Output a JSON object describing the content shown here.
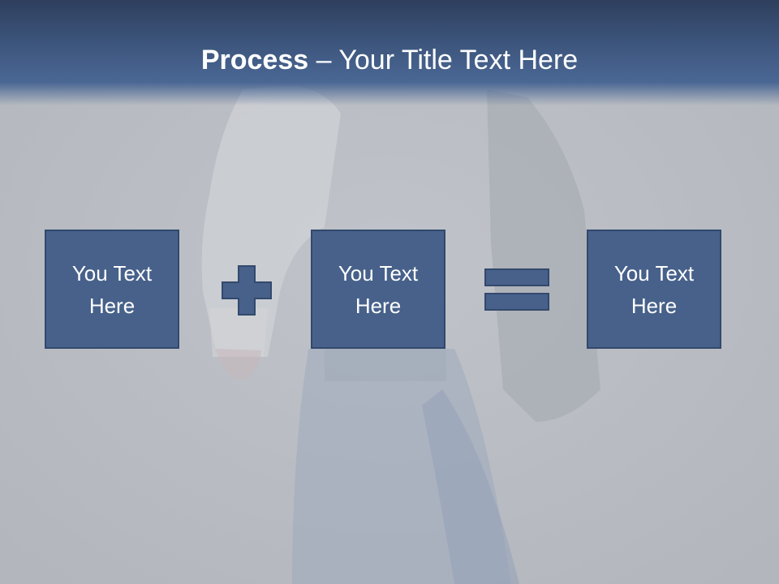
{
  "slide": {
    "title_bold": "Process",
    "title_rest": " – Your Title Text Here",
    "boxes": [
      {
        "text": "You Text Here"
      },
      {
        "text": "You Text Here"
      },
      {
        "text": "You Text Here"
      }
    ],
    "operators": [
      "plus-icon",
      "equals-icon"
    ]
  },
  "colors": {
    "title_band": "#3e577f",
    "box_fill": "#47618a",
    "box_border": "#33496d",
    "text": "#ffffff",
    "background": "#b9bcc2"
  }
}
